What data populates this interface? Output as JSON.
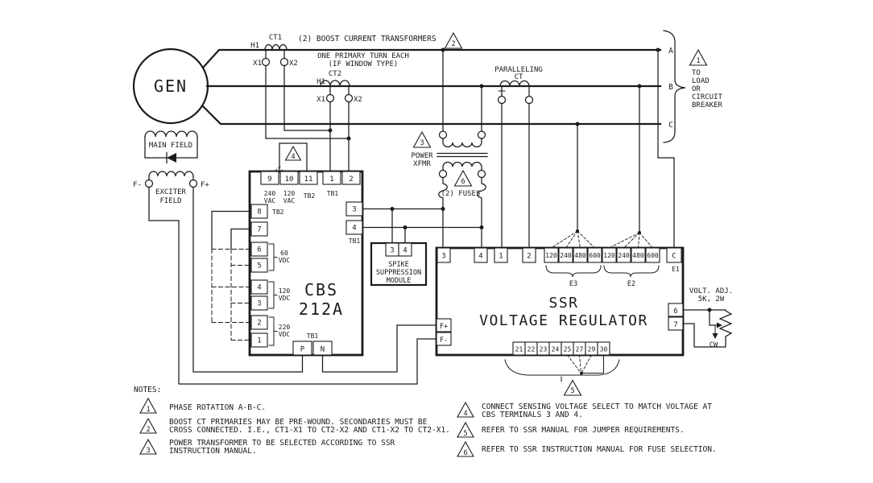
{
  "gen": {
    "label": "GEN"
  },
  "boost": {
    "caption": "(2) BOOST CURRENT TRANSFORMERS",
    "ref": "2",
    "sub1": "ONE PRIMARY TURN EACH",
    "sub2": "(IF WINDOW TYPE)"
  },
  "ct1": {
    "name": "CT1",
    "h1": "H1",
    "x1": "X1",
    "x2": "X2"
  },
  "ct2": {
    "name": "CT2",
    "h1": "H1",
    "x1": "X1",
    "x2": "X2"
  },
  "pct": {
    "l1": "PARALLELING",
    "l2": "CT"
  },
  "phases": {
    "a": "A",
    "b": "B",
    "c": "C"
  },
  "load": {
    "ref": "1",
    "l1": "TO",
    "l2": "LOAD",
    "l3": "OR",
    "l4": "CIRCUIT",
    "l5": "BREAKER"
  },
  "main_field": {
    "label": "MAIN FIELD"
  },
  "exciter": {
    "l1": "EXCITER",
    "l2": "FIELD",
    "fm": "F-",
    "fp": "F+"
  },
  "pxfmr": {
    "ref": "3",
    "l1": "POWER",
    "l2": "XFMR"
  },
  "fuses": {
    "ref": "6",
    "label": "(2) FUSES"
  },
  "cbs": {
    "ref": "4",
    "t9": "9",
    "t10": "10",
    "t11": "11",
    "t1": "1",
    "t2": "2",
    "v240": "240",
    "vac1": "VAC",
    "v120": "120",
    "vac2": "VAC",
    "tb2_top": "TB2",
    "tb1_top": "TB1",
    "l8": "8",
    "l7": "7",
    "l6": "6",
    "l5": "5",
    "l4": "4",
    "l3": "3",
    "l2": "2",
    "l1": "1",
    "tb2_side": "TB2",
    "g1v": "60",
    "g1u": "VDC",
    "g2v": "120",
    "g2u": "VDC",
    "g3v": "220",
    "g3u": "VDC",
    "r3": "3",
    "r4": "4",
    "tb1_side": "TB1",
    "name1": "CBS",
    "name2": "212A",
    "tb1_bot": "TB1",
    "p": "P",
    "n": "N"
  },
  "spike": {
    "t3": "3",
    "t4": "4",
    "l1": "SPIKE",
    "l2": "SUPPRESSION",
    "l3": "MODULE"
  },
  "ssr": {
    "t3": "3",
    "t4": "4",
    "t1": "1",
    "t2": "2",
    "e3_taps": [
      "120",
      "240",
      "480",
      "600"
    ],
    "e2_taps": [
      "120",
      "240",
      "480",
      "600"
    ],
    "tc": "C",
    "e1": "E1",
    "e3": "E3",
    "e2": "E2",
    "fp": "F+",
    "fm": "F-",
    "r6": "6",
    "r7": "7",
    "bt": [
      "21",
      "22",
      "23",
      "24",
      "25",
      "27",
      "29",
      "30"
    ],
    "ref": "5",
    "name1": "SSR",
    "name2": "VOLTAGE REGULATOR"
  },
  "volt_adj": {
    "l1": "VOLT. ADJ.",
    "l2": "5K, 2W",
    "cw": "CW"
  },
  "notes": {
    "title": "NOTES:",
    "n1": {
      "ref": "1",
      "l1": "PHASE ROTATION A-B-C."
    },
    "n2": {
      "ref": "2",
      "l1": "BOOST CT PRIMARIES MAY BE PRE-WOUND. SECONDARIES MUST BE",
      "l2": "CROSS CONNECTED. I.E., CT1-X1 TO CT2-X2 AND CT1-X2 TO CT2-X1."
    },
    "n3": {
      "ref": "3",
      "l1": "POWER TRANSFORMER TO BE SELECTED ACCORDING TO SSR",
      "l2": "INSTRUCTION MANUAL."
    },
    "n4": {
      "ref": "4",
      "l1": "CONNECT SENSING VOLTAGE SELECT TO MATCH VOLTAGE AT",
      "l2": "CBS TERMINALS 3 AND 4."
    },
    "n5": {
      "ref": "5",
      "l1": "REFER TO SSR MANUAL FOR JUMPER REQUIREMENTS."
    },
    "n6": {
      "ref": "6",
      "l1": "REFER TO SSR INSTRUCTION MANUAL FOR FUSE SELECTION."
    }
  }
}
